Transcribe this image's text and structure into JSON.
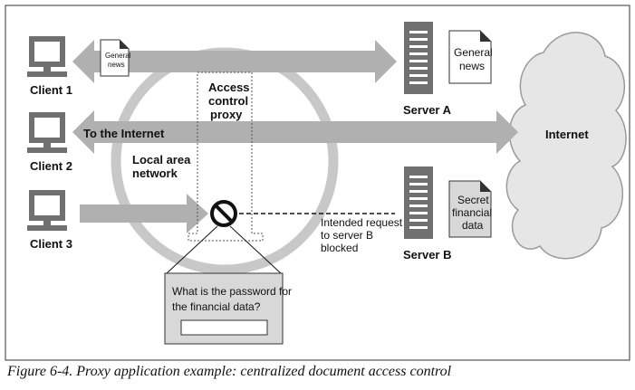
{
  "clients": [
    "Client 1",
    "Client 2",
    "Client 3"
  ],
  "servers": {
    "a": {
      "label": "Server A",
      "doc": [
        "General",
        "news"
      ]
    },
    "b": {
      "label": "Server B",
      "doc": [
        "Secret",
        "financial",
        "data"
      ]
    }
  },
  "client_doc": [
    "General",
    "news"
  ],
  "internet_label": "Internet",
  "to_internet": "To the Internet",
  "lan": [
    "Local area",
    "network"
  ],
  "proxy": [
    "Access",
    "control",
    "proxy"
  ],
  "blocked_note": [
    "Intended request",
    "to server B",
    "blocked"
  ],
  "prompt": {
    "lines": [
      "What is the password for",
      "the financial data?"
    ],
    "input_value": ""
  },
  "caption": "Figure 6-4. Proxy application example: centralized document access control",
  "colors": {
    "arrow": "#b0b0b0",
    "lan_ring": "#c8c8c8",
    "device": "#707070",
    "cloud": "#e6e6e6",
    "doc_fold": "#c8c8c8"
  }
}
